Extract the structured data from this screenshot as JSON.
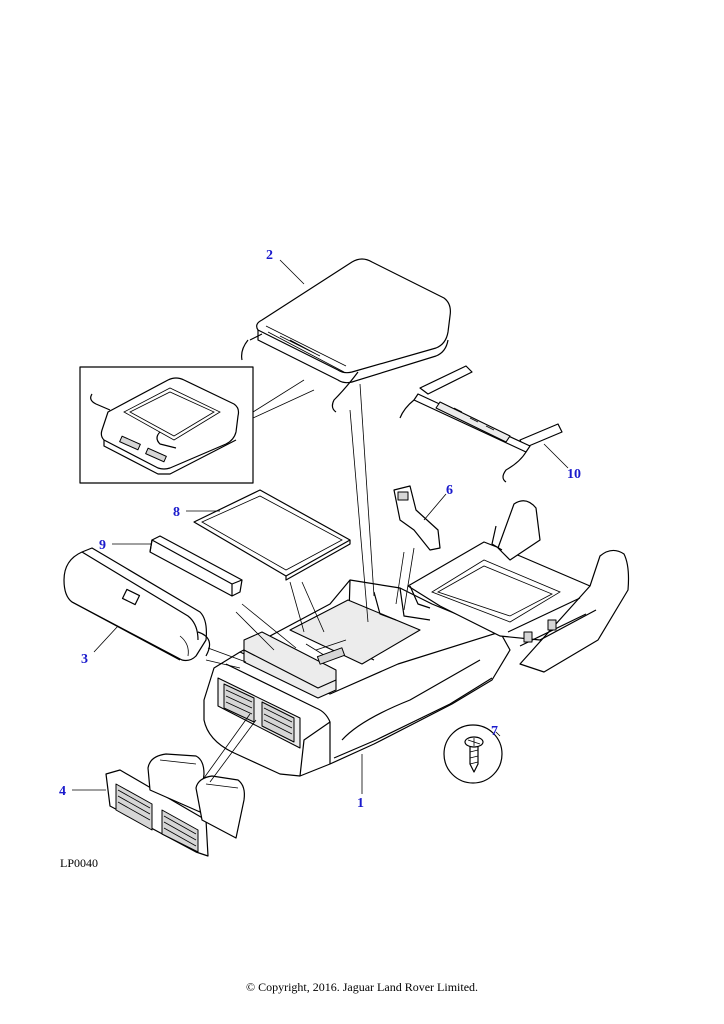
{
  "diagram": {
    "reference_code": "LP0040",
    "copyright": "© Copyright, 2016. Jaguar Land Rover Limited.",
    "colors": {
      "callout": "#1a1acc",
      "line": "#000000"
    },
    "callouts": [
      {
        "id": "c1",
        "label": "1",
        "part": "console-body"
      },
      {
        "id": "c2",
        "label": "2",
        "part": "armrest-lid"
      },
      {
        "id": "c3",
        "label": "3",
        "part": "side-trim-panel"
      },
      {
        "id": "c4",
        "label": "4",
        "part": "rear-air-vent"
      },
      {
        "id": "c6",
        "label": "6",
        "part": "bracket"
      },
      {
        "id": "c7",
        "label": "7",
        "part": "screw"
      },
      {
        "id": "c8",
        "label": "8",
        "part": "storage-mat"
      },
      {
        "id": "c9",
        "label": "9",
        "part": "trim-strip"
      },
      {
        "id": "c10",
        "label": "10",
        "part": "hinge-assembly"
      }
    ]
  }
}
